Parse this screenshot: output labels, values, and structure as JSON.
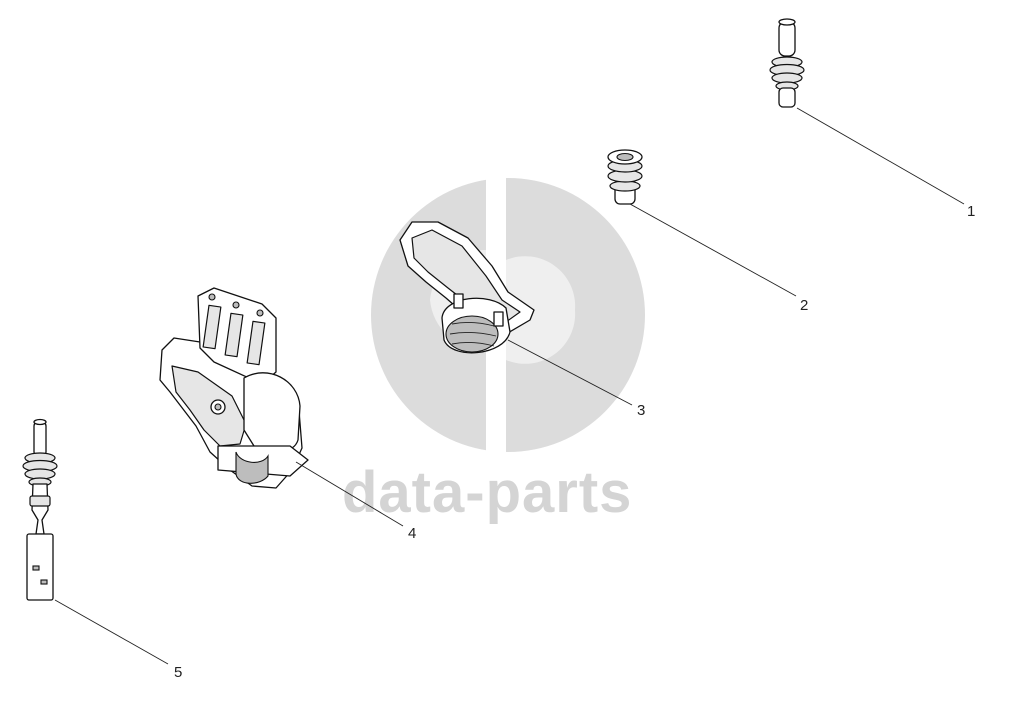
{
  "watermark": {
    "text": "data-parts",
    "color": "#d4d4d4"
  },
  "callouts": [
    {
      "number": "1"
    },
    {
      "number": "2"
    },
    {
      "number": "3"
    },
    {
      "number": "4"
    },
    {
      "number": "5"
    }
  ]
}
